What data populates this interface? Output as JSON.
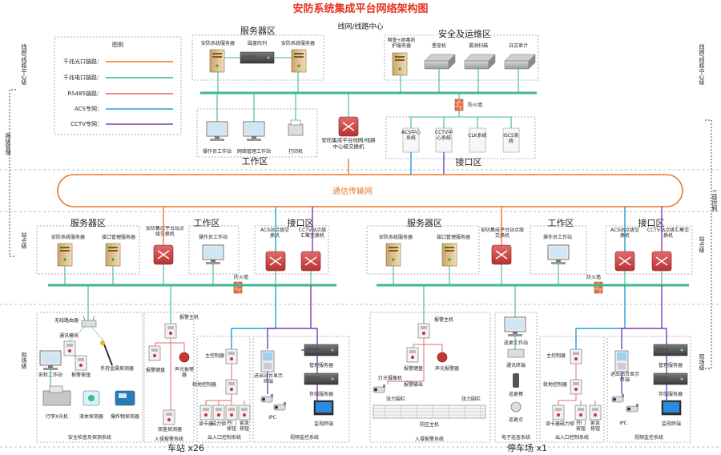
{
  "title": "安防系统集成平台网络架构图",
  "center_label": "线网/线路中心",
  "legend": {
    "title": "图例",
    "items": [
      {
        "label": "千兆光口链路：",
        "color": "#e8792a"
      },
      {
        "label": "千兆电口链路：",
        "color": "#3cb98f"
      },
      {
        "label": "RS485链路：",
        "color": "#e06c6c"
      },
      {
        "label": "ACS专网：",
        "color": "#2a9bd6"
      },
      {
        "label": "CCTV专网：",
        "color": "#7a3fb5"
      }
    ]
  },
  "side_left": {
    "center": "线网/线路中心级",
    "two_level": "两级管理",
    "station": "站点级",
    "field": "现场级"
  },
  "side_right": {
    "center": "线网/线路中心级",
    "three_level": "三级控制",
    "station": "站点级",
    "field": "现场级"
  },
  "center": {
    "server_zone": "服务器区",
    "server1": "安防系统服务器",
    "disk_array": "磁盘阵列",
    "server2": "安防系统服务器",
    "security_zone": "安全及运维区",
    "gateway": "网管+病毒防护服务器",
    "bastion": "堡垒机",
    "vuln_scan": "漏洞扫描",
    "log_audit": "日志审计",
    "firewall": "防火墙",
    "work_zone": "工作区",
    "operator_ws": "操作员工作站",
    "netmgmt_ws": "网络管理工作站",
    "printer": "打印机",
    "core_switch": "安防集成平台线网/线路中心级交换机",
    "interface_zone": "接口区",
    "acs_center": "ACS中心系统",
    "cctv_center": "CCTV中心系统",
    "clk": "CLK系统",
    "iscs": "ISCS系统"
  },
  "network": "通信传输网",
  "station": {
    "server_zone": "服务器区",
    "server1": "安防系统服务器",
    "server2": "接口管理服务器",
    "switch": "安防集成平台站点级交换机",
    "work_zone": "工作区",
    "operator_ws": "操作员工作站",
    "interface_zone": "接口区",
    "acs_switch": "ACS站点级交换机",
    "cctv_switch": "CCTV站点级汇聚交换机",
    "firewall": "防火墙"
  },
  "car_station": {
    "router": "无线路由器",
    "comm_module": "通讯模块",
    "security_ws": "安检工作站",
    "alarm_button": "报警按钮",
    "handheld_detector": "手持金属探测器",
    "xray": "行李X光机",
    "liquid_detector": "液体探测器",
    "explosive_detector": "爆炸物探测器",
    "security_caption": "安全检查及探测系统",
    "alarm_host": "报警主机",
    "alarm_keyboard": "报警键盘",
    "sound_light": "声光报警器",
    "dual_detector": "双鉴探测器",
    "intrusion_caption": "入侵报警系统",
    "station_label": "车站 x26",
    "main_controller": "主控制器",
    "local_controller": "就地控制器",
    "card_reader": "读卡器",
    "mag_lock": "磁力锁",
    "door_button": "开门按钮",
    "emergency_button": "紧急按钮",
    "access_caption": "出入口控制系统",
    "gate_display": "进出站台显示终端",
    "ipc": "IPC",
    "mgmt_server": "管理服务器",
    "storage_server": "存储服务器",
    "monitor_terminal": "监视终端",
    "video_caption": "视频监控系统"
  },
  "parking": {
    "alarm_host": "报警主机",
    "alarm_keyboard": "报警键盘",
    "sound_light": "声光报警器",
    "camera": "灯光摄像机",
    "alarm_out": "报警输出",
    "fence_left": "张力围栏",
    "fence_right": "张力围栏",
    "fence_host": "防区主机",
    "intrusion_caption": "入侵报警系统",
    "patrol_ws": "巡更工作站",
    "comm_terminal": "通讯终端",
    "patrol_stick": "巡更棒",
    "patrol_point": "巡更点",
    "patrol_caption": "电子巡查系统",
    "parking_label": "停车场 x1",
    "main_controller": "主控制器",
    "local_controller": "就地控制器",
    "reader_lock": "读卡器磁力锁",
    "door_button": "开门按钮",
    "emergency_button": "紧急按钮",
    "access_caption": "出入口控制系统",
    "gate_display": "进出站台显示终端",
    "ipc": "IPC",
    "mgmt_server": "管理服务器",
    "storage_server": "存储服务器",
    "monitor_terminal": "监视终端",
    "video_caption": "视频监控系统"
  }
}
